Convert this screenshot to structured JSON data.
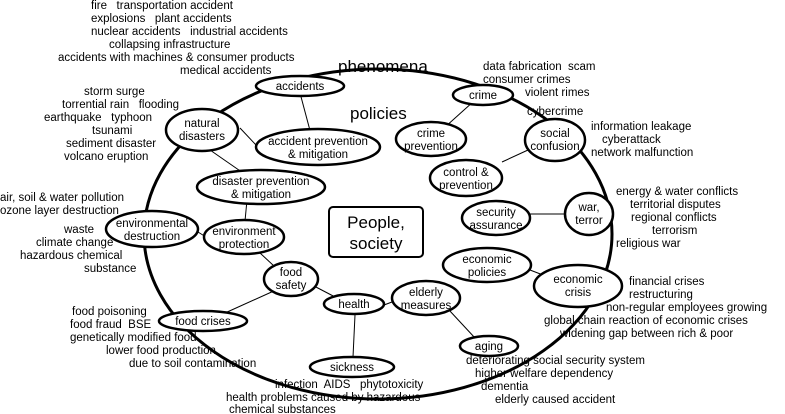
{
  "labels": {
    "phenomena": "phenomena",
    "policies": "policies",
    "center_1": "People,",
    "center_2": "society"
  },
  "phenomena_nodes": {
    "accidents": "accidents",
    "crime": "crime",
    "natural_1": "natural",
    "natural_2": "disasters",
    "social_1": "social",
    "social_2": "confusion",
    "war_1": "war,",
    "war_2": "terror",
    "env_1": "environmental",
    "env_2": "destruction",
    "econ_1": "economic",
    "econ_2": "crisis",
    "food_crises": "food crises",
    "aging": "aging",
    "sickness": "sickness"
  },
  "policy_nodes": {
    "accident_prev_1": "accident prevention",
    "accident_prev_2": "& mitigation",
    "crime_prev_1": "crime",
    "crime_prev_2": "prevention",
    "control_1": "control &",
    "control_2": "prevention",
    "disaster_prev_1": "disaster prevention",
    "disaster_prev_2": "& mitigation",
    "security_1": "security",
    "security_2": "assurance",
    "env_prot_1": "environment",
    "env_prot_2": "protection",
    "econ_pol_1": "economic",
    "econ_pol_2": "policies",
    "food_safety_1": "food",
    "food_safety_2": "safety",
    "health": "health",
    "elderly_1": "elderly",
    "elderly_2": "measures"
  },
  "annotations": {
    "accidents": [
      "fire   transportation accident",
      "explosions   plant accidents",
      "nuclear accidents   industrial accidents",
      "collapsing infrastructure",
      "accidents with machines & consumer products",
      "medical accidents"
    ],
    "natural": [
      "storm surge",
      "torrential rain   flooding",
      "earthquake   typhoon",
      "tsunami",
      "sediment disaster",
      "volcano eruption"
    ],
    "env": [
      "air, soil & water pollution",
      "ozone layer destruction"
    ],
    "env2": [
      "waste",
      "climate change",
      "hazardous chemical",
      "substance"
    ],
    "food": [
      "food poisoning",
      "food fraud  BSE",
      "genetically modified food",
      "lower food production",
      "due to soil contamination"
    ],
    "sickness": [
      "infection  AIDS   phytotoxicity",
      "health problems caused by hazardous",
      "chemical substances"
    ],
    "aging": [
      "deteriorating social security system",
      "higher welfare dependency",
      "dementia",
      "elderly caused accident"
    ],
    "econ": [
      "financial crises",
      "restructuring",
      "non-regular employees growing",
      "global chain reaction of economic crises",
      "widening gap between rich & poor"
    ],
    "war": [
      "energy & water conflicts",
      "territorial disputes",
      "regional conflicts",
      "terrorism",
      "religious war"
    ],
    "social": [
      "information leakage",
      "cyberattack",
      "network malfunction"
    ],
    "crime": [
      "data fabrication  scam",
      "consumer crimes",
      "violent rimes"
    ],
    "cybercrime": "cybercrime"
  }
}
